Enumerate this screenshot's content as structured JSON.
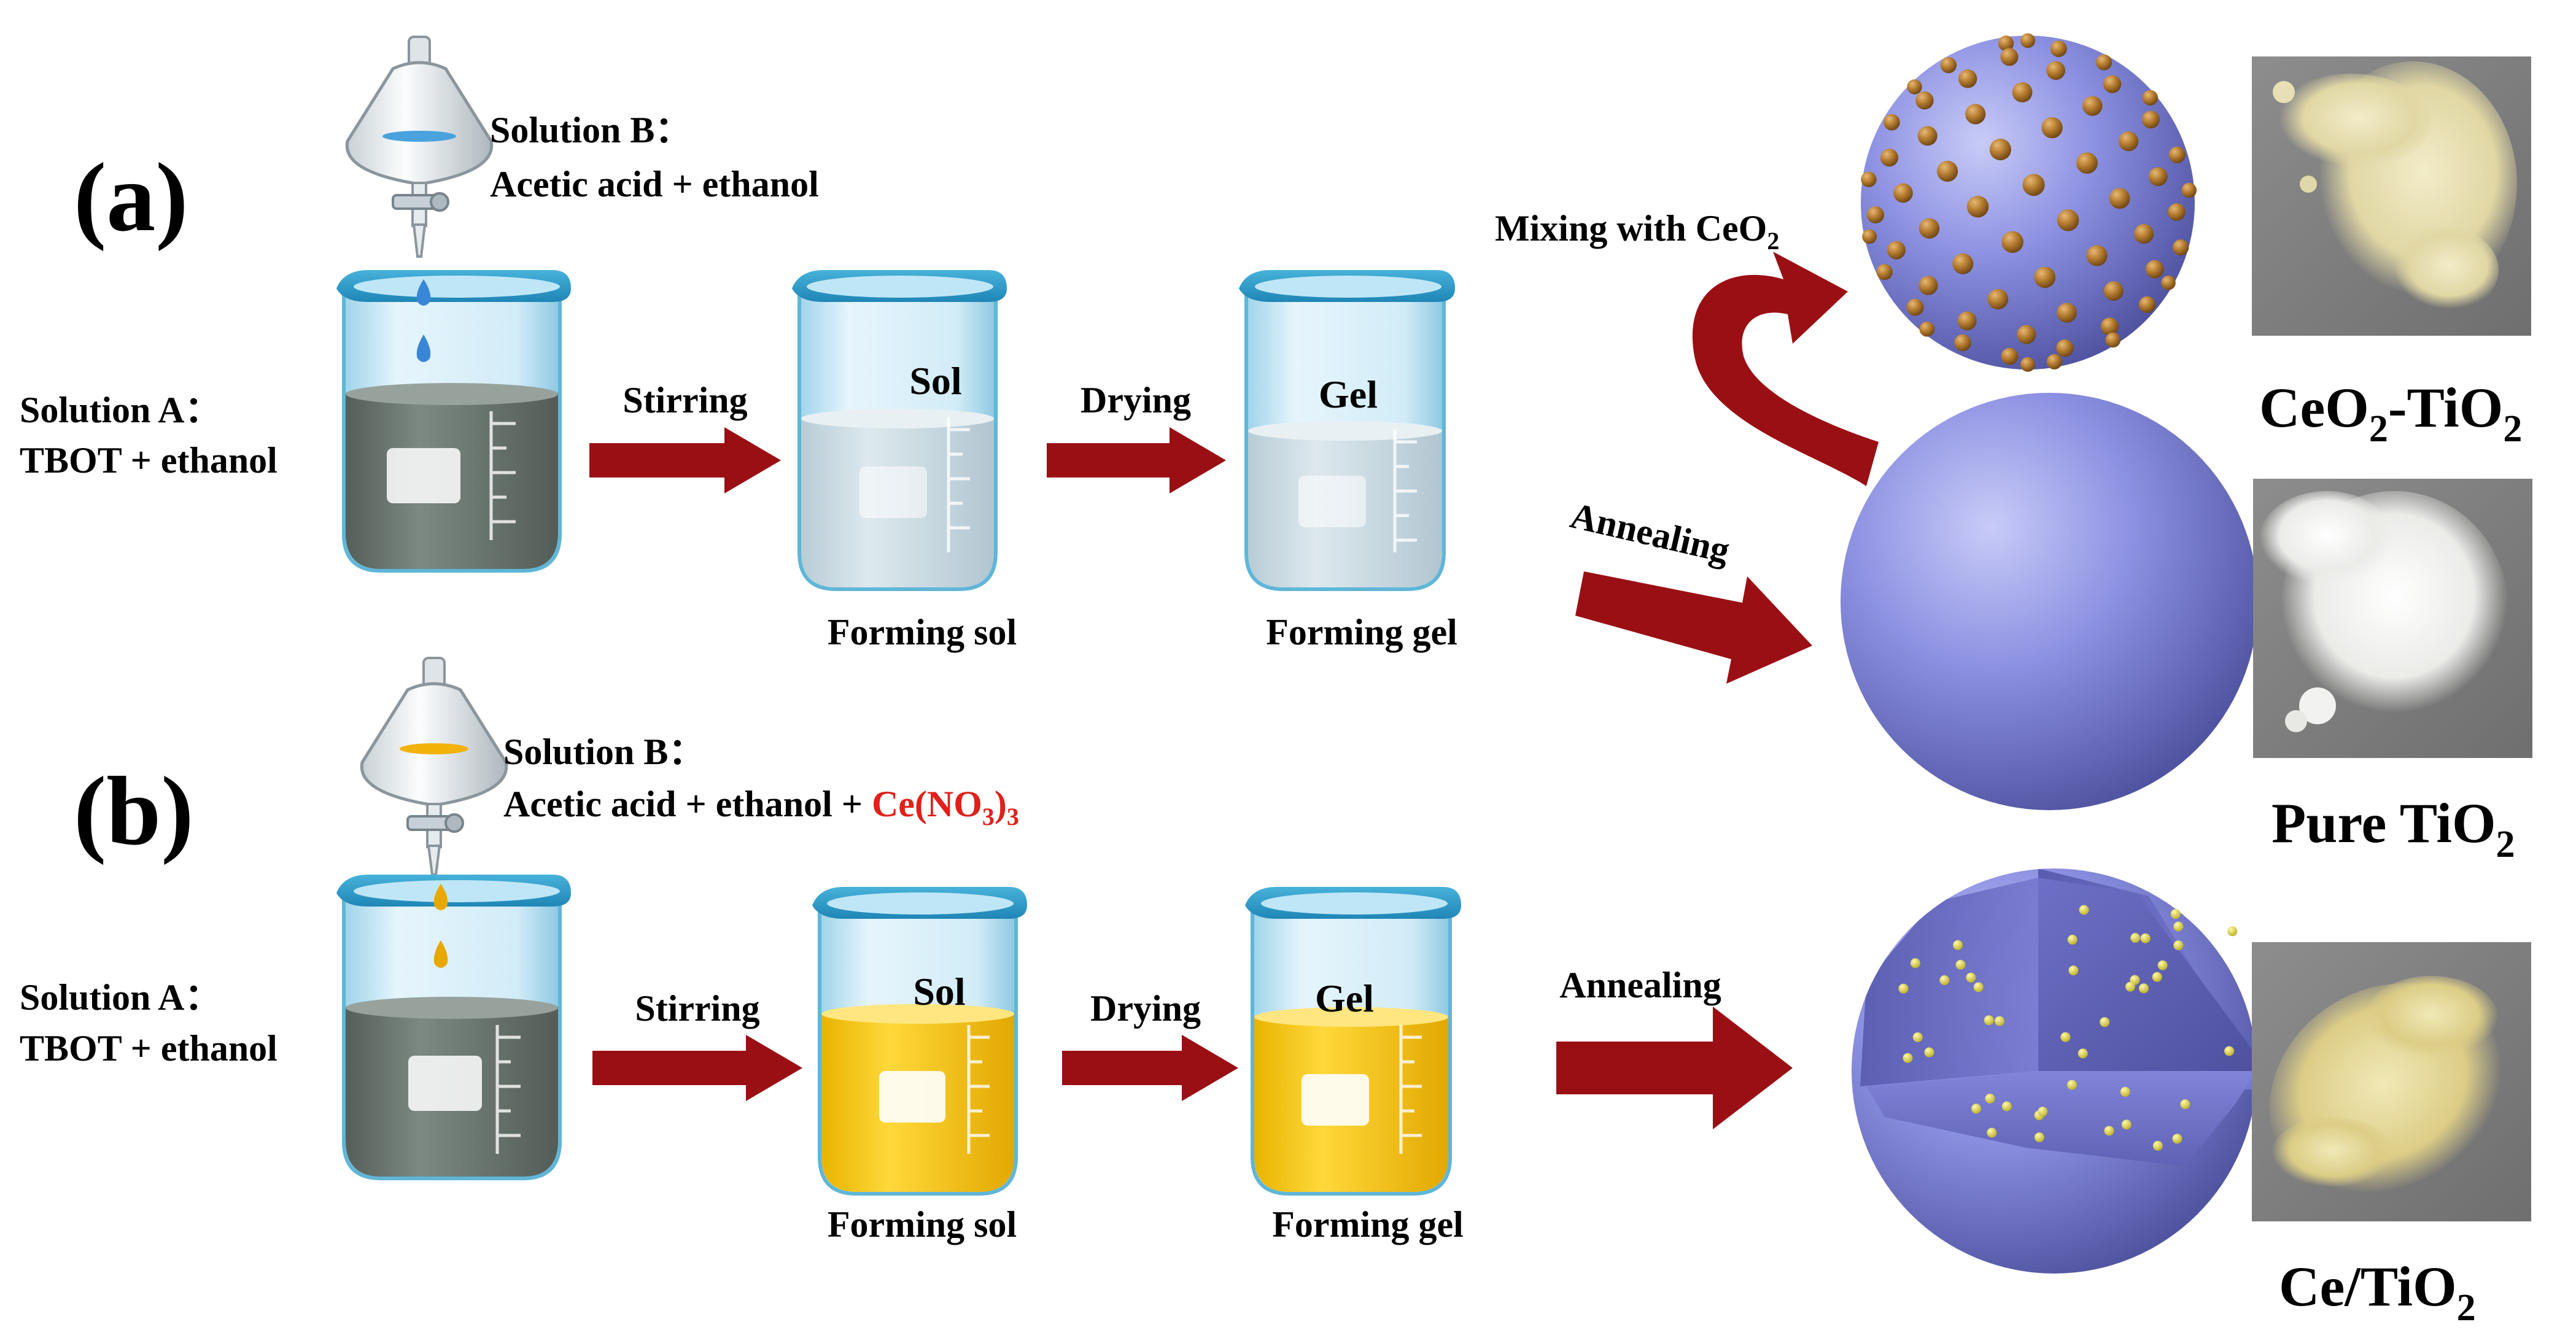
{
  "panel_a": {
    "label": "(a)",
    "solution_b_title": "Solution B：",
    "solution_b_text": "Acetic acid + ethanol",
    "solution_a_title": "Solution A：",
    "solution_a_text": "TBOT + ethanol",
    "step1_label": "Stirring",
    "beaker2_label": "Sol",
    "beaker2_caption": "Forming sol",
    "step2_label": "Drying",
    "beaker3_label": "Gel",
    "beaker3_caption": "Forming gel",
    "annealing_label": "Annealing",
    "mixing_label_prefix": "Mixing with CeO",
    "mixing_label_sub": "2"
  },
  "panel_b": {
    "label": "(b)",
    "solution_b_title": "Solution B：",
    "solution_b_text_prefix": "Acetic acid + ethanol + ",
    "solution_b_ce_main": "Ce(NO",
    "solution_b_ce_sub1": "3",
    "solution_b_ce_close": ")",
    "solution_b_ce_sub2": "3",
    "solution_a_title": "Solution A：",
    "solution_a_text": "TBOT + ethanol",
    "step1_label": "Stirring",
    "beaker2_label": "Sol",
    "beaker2_caption": "Forming sol",
    "step2_label": "Drying",
    "beaker3_label": "Gel",
    "beaker3_caption": "Forming gel",
    "annealing_label": "Annealing"
  },
  "products": {
    "ceo2_tio2": {
      "p1": "CeO",
      "s1": "2",
      "p2": "-TiO",
      "s2": "2"
    },
    "pure_tio2": {
      "p1": "Pure TiO",
      "s1": "2"
    },
    "ce_tio2": {
      "p1": "Ce/TiO",
      "s1": "2"
    }
  },
  "colors": {
    "arrow": "#9a0f14",
    "sphere": "#8b8fe0",
    "ceo2_particle": "#b27a2e",
    "ce_dopant": "#d8d040",
    "solution_a": "#6f7a74",
    "sol_clear": "#c9d8df",
    "sol_yellow": "#f2c616",
    "ce_text": "#e0201a",
    "powder_ceo2": "#ede6b8",
    "powder_pure": "#f4f4f2",
    "powder_ce": "#e8dc9a"
  }
}
